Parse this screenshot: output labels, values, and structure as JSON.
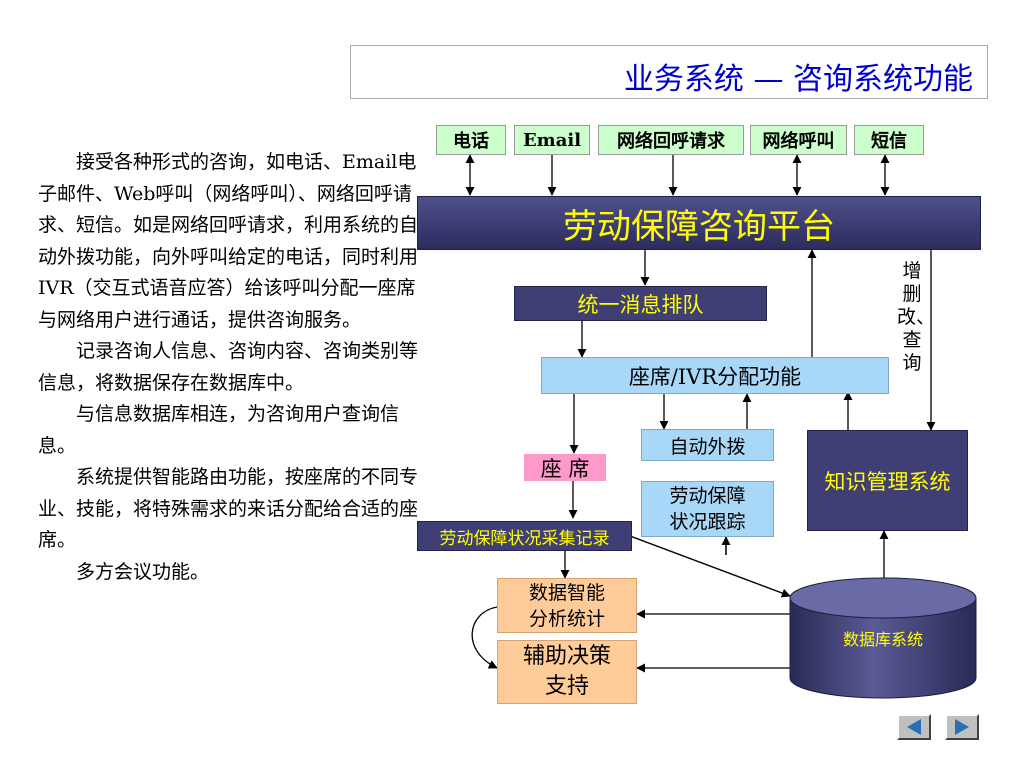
{
  "title": "业务系统 — 咨询系统功能",
  "paragraphs": [
    "接受各种形式的咨询，如电话、Email电子邮件、Web呼叫（网络呼叫）、网络回呼请求、短信。如是网络回呼请求，利用系统的自动外拨功能，向外呼叫给定的电话，同时利用IVR（交互式语音应答）给该呼叫分配一座席与网络用户进行通话，提供咨询服务。",
    "记录咨询人信息、咨询内容、咨询类别等信息，将数据保存在数据库中。",
    "与信息数据库相连，为咨询用户查询信息。",
    "系统提供智能路由功能，按座席的不同专业、技能，将特殊需求的来话分配给合适的座席。",
    "多方会议功能。"
  ],
  "channels": [
    "电话",
    "Email",
    "网络回呼请求",
    "网络呼叫",
    "短信"
  ],
  "platform": "劳动保障咨询平台",
  "queue": "统一消息排队",
  "ivr": "座席/IVR分配功能",
  "outbound": "自动外拨",
  "knowledge": "知识管理系统",
  "seat": "座 席",
  "tracking": "劳动保障状况跟踪",
  "collect": "劳动保障状况采集记录",
  "analysis": "数据智能分析统计",
  "decision": "辅助决策支持",
  "database": "数据库系统",
  "side_label": "增删改、查询",
  "colors": {
    "title": "#0000cc",
    "dark_box": "#3f3f75",
    "dark_text": "#ffff00",
    "channel_bg": "#ccffcc",
    "light_blue": "#a9d7f7",
    "orange": "#ffcc99",
    "pink": "#ff99cc"
  },
  "nav": {
    "prev_icon": "triangle-left-icon",
    "next_icon": "triangle-right-icon"
  }
}
